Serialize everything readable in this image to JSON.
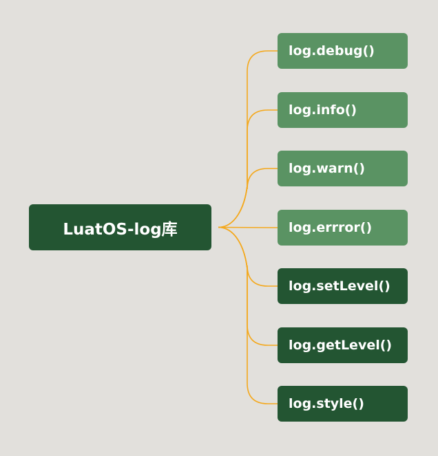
{
  "root": {
    "label": "LuatOS-log库"
  },
  "children": [
    {
      "label": "log.debug()",
      "style": "light"
    },
    {
      "label": "log.info()",
      "style": "light"
    },
    {
      "label": "log.warn()",
      "style": "light"
    },
    {
      "label": "log.errror()",
      "style": "light"
    },
    {
      "label": "log.setLevel()",
      "style": "dark"
    },
    {
      "label": "log.getLevel()",
      "style": "dark"
    },
    {
      "label": "log.style()",
      "style": "dark"
    }
  ],
  "colors": {
    "background": "#e2e0dc",
    "connector": "#f4a81c",
    "node_dark": "#235532",
    "node_light": "#5a9363",
    "text": "#ffffff"
  }
}
